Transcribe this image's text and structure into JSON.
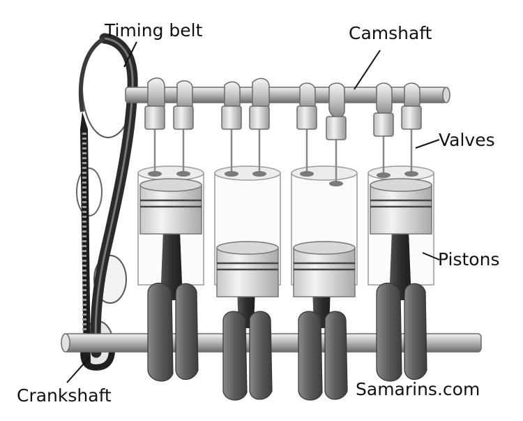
{
  "labels": {
    "timing_belt": "Timing belt",
    "camshaft": "Camshaft",
    "valves": "Valves",
    "pistons": "Pistons",
    "crankshaft": "Crankshaft"
  },
  "credit": "Samarins.com",
  "cylinders": [
    {
      "id": 1,
      "piston_state": "up"
    },
    {
      "id": 2,
      "piston_state": "down"
    },
    {
      "id": 3,
      "piston_state": "down"
    },
    {
      "id": 4,
      "piston_state": "up"
    }
  ]
}
